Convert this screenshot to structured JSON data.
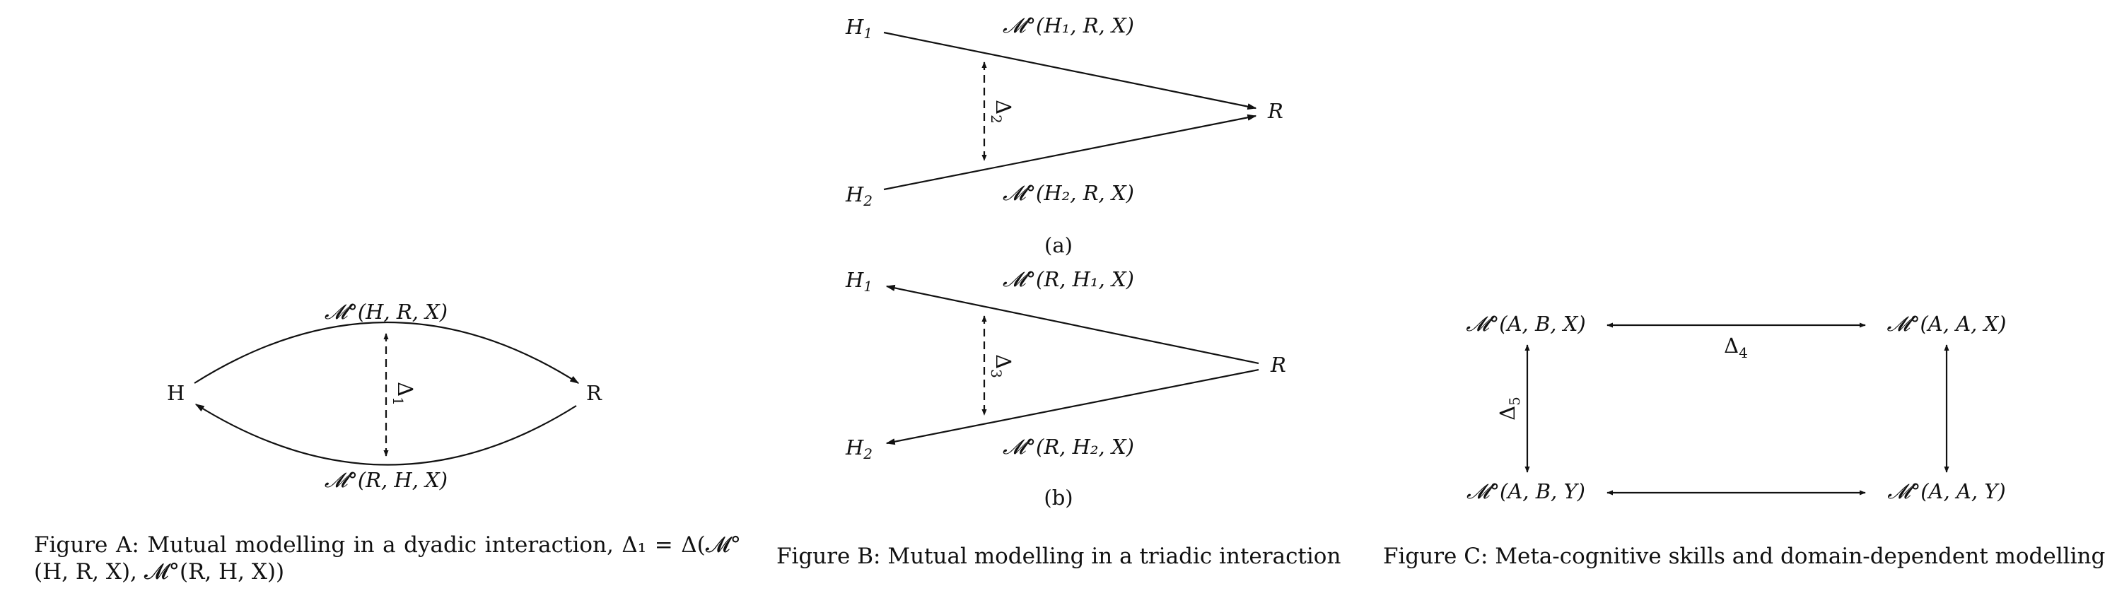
{
  "figure_a": {
    "nodes": {
      "h": "H",
      "r": "R"
    },
    "edge_top": "𝓜°(H, R, X)",
    "edge_bottom": "𝓜°(R, H, X)",
    "delta": "Δ",
    "delta_sub": "1",
    "caption": "Figure A:  Mutual modelling in a dyadic interaction, Δ₁ = Δ(𝓜°(H, R, X), 𝓜°(R, H, X))"
  },
  "figure_b": {
    "sub_a": {
      "h1": "H",
      "h1_sub": "1",
      "h2": "H",
      "h2_sub": "2",
      "r": "R",
      "edge_top": "𝓜°(H₁, R, X)",
      "edge_bottom": "𝓜°(H₂, R, X)",
      "delta": "Δ",
      "delta_sub": "2",
      "label": "(a)"
    },
    "sub_b": {
      "h1": "H",
      "h1_sub": "1",
      "h2": "H",
      "h2_sub": "2",
      "r": "R",
      "edge_top": "𝓜°(R, H₁, X)",
      "edge_bottom": "𝓜°(R, H₂, X)",
      "delta": "Δ",
      "delta_sub": "3",
      "label": "(b)"
    },
    "caption": "Figure B:  Mutual modelling in a triadic interaction"
  },
  "figure_c": {
    "nodes": {
      "top_left": "𝓜°(A, B, X)",
      "top_right": "𝓜°(A, A, X)",
      "bottom_left": "𝓜°(A, B, Y)",
      "bottom_right": "𝓜°(A, A, Y)"
    },
    "delta_h": "Δ",
    "delta_h_sub": "4",
    "delta_v": "Δ",
    "delta_v_sub": "5",
    "caption": "Figure C:  Meta-cognitive skills and domain-dependent modelling"
  }
}
